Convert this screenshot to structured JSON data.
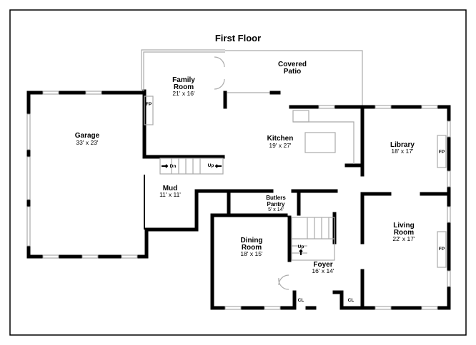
{
  "title": "First Floor",
  "rooms": {
    "garage": {
      "name": "Garage",
      "size": "33' x 23'"
    },
    "family_room": {
      "name1": "Family",
      "name2": "Room",
      "size": "21' x 16'"
    },
    "covered_patio": {
      "name1": "Covered",
      "name2": "Patio"
    },
    "kitchen": {
      "name": "Kitchen",
      "size": "19' x 27'"
    },
    "library": {
      "name": "Library",
      "size": "18' x 17'"
    },
    "mud": {
      "name": "Mud",
      "size": "11' x 11'"
    },
    "butlers_pantry": {
      "name1": "Butlers",
      "name2": "Pantry",
      "size": "5' x 14'"
    },
    "dining_room": {
      "name1": "Dining",
      "name2": "Room",
      "size": "18' x 15'"
    },
    "living_room": {
      "name1": "Living",
      "name2": "Room",
      "size": "22' x 17'"
    },
    "foyer": {
      "name": "Foyer",
      "size": "16' x 14'"
    }
  },
  "annotations": {
    "fireplace": "FP",
    "closet": "CL",
    "stairs_down": "Dn",
    "stairs_up": "Up"
  }
}
